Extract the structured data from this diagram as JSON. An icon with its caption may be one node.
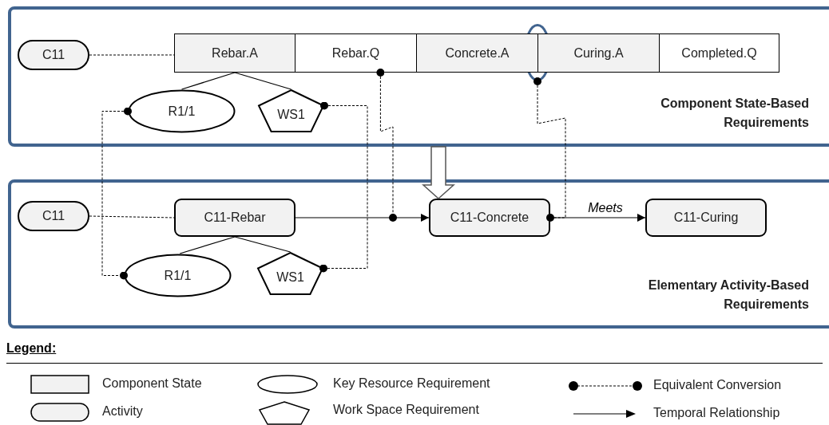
{
  "diagram": {
    "nodes": [
      {
        "text": [
          "Component State-Based Requirements"
        ]
      },
      {
        "text": [
          "C11"
        ],
        "in": 0
      },
      {
        "text": [
          "Rebar.A"
        ],
        "in": 0
      },
      {
        "text": [
          "Rebar.Q"
        ],
        "in": 0
      },
      {
        "text": [
          "Concrete.A"
        ],
        "in": 0
      },
      {
        "text": [
          "Curing.A"
        ],
        "in": 0
      },
      {
        "text": [
          "Completed.Q"
        ],
        "in": 0
      },
      {
        "text": [
          "R1/1"
        ],
        "in": 0
      },
      {
        "text": [
          "WS1"
        ],
        "in": 0
      },
      {
        "text": [],
        "shape": "ellipse",
        "in": 0
      },
      {
        "text": [
          "Elementary Activity-Based Requirements"
        ]
      },
      {
        "text": [
          "C11"
        ],
        "in": 10
      },
      {
        "text": [
          "C11-Rebar"
        ],
        "in": 10
      },
      {
        "text": [
          "C11-Concrete"
        ],
        "in": 10
      },
      {
        "text": [
          "C11-Curing"
        ],
        "in": 10
      },
      {
        "text": [
          "R1/1"
        ],
        "in": 10
      },
      {
        "text": [
          "WS1"
        ],
        "in": 10
      }
    ],
    "edges": [
      {
        "from": 1,
        "to": 2,
        "arrow": "none",
        "style": "dashed"
      },
      {
        "from": 2,
        "to": 7,
        "arrow": "none"
      },
      {
        "from": 2,
        "to": 8,
        "arrow": "none"
      },
      {
        "from": 7,
        "to": 15,
        "arrow": "other",
        "style": "dashed"
      },
      {
        "from": 8,
        "to": 16,
        "arrow": "other",
        "style": "dashed"
      },
      {
        "from": 3,
        "to": null,
        "arrow": "other",
        "style": "dashed"
      },
      {
        "from": 9,
        "to": 13,
        "arrow": "other",
        "style": "dashed"
      },
      {
        "from": 11,
        "to": 12,
        "arrow": "none",
        "style": "dashed"
      },
      {
        "from": 12,
        "to": 13,
        "arrow": "to"
      },
      {
        "from": 13,
        "to": 14,
        "arrow": "to",
        "label": "Meets"
      },
      {
        "from": 12,
        "to": 15,
        "arrow": "none"
      },
      {
        "from": 12,
        "to": 16,
        "arrow": "none"
      },
      {
        "from": 0,
        "to": 13,
        "arrow": "to",
        "style": "thick"
      }
    ],
    "labels": [
      "Legend:"
    ],
    "legend": [
      {
        "text": "Component State"
      },
      {
        "text": "Key Resource Requirement"
      },
      {
        "text": "Equivalent Conversion"
      },
      {
        "text": "Activity"
      },
      {
        "text": "Work Space Requirement"
      },
      {
        "text": "Temporal Relationship"
      }
    ]
  }
}
